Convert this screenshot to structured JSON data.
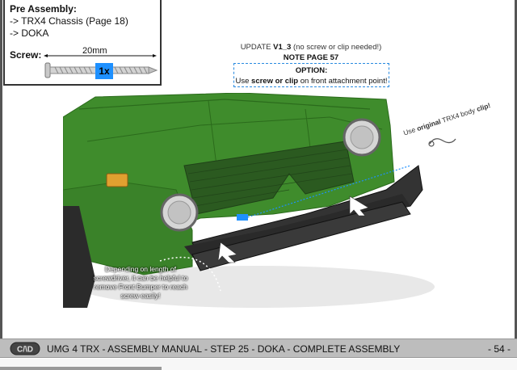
{
  "pre_assembly": {
    "title": "Pre Assembly:",
    "lines": [
      "-> TRX4 Chassis (Page 18)",
      "-> DOKA"
    ],
    "screw_label": "Screw:",
    "screw_length": "20mm",
    "quantity": "1x"
  },
  "update_note": {
    "prefix": "UPDATE ",
    "version": "V1_3",
    "suffix": " (no screw or clip needed!)",
    "note": "NOTE PAGE 57"
  },
  "option": {
    "title": "OPTION:",
    "pre": "Use ",
    "bold": "screw or clip",
    "post": " on front attachment point!"
  },
  "clip_note": {
    "pre": "Use ",
    "bold1": "original",
    "mid": " TRX4 body ",
    "bold2": "clip!"
  },
  "screwdriver_note": "Depending on length of screwdriver, it can be helpful to remove Front Bumper to reach screw easily!",
  "footer": {
    "title": "UMG 4 TRX - ASSEMBLY MANUAL - STEP 25 - DOKA - COMPLETE ASSEMBLY",
    "page": "- 54 -"
  },
  "colors": {
    "body_green": "#3f8c2c",
    "bumper_dark": "#2f2f2f",
    "accent_blue": "#1e90ff",
    "footer_gray": "#bdbdbd"
  }
}
